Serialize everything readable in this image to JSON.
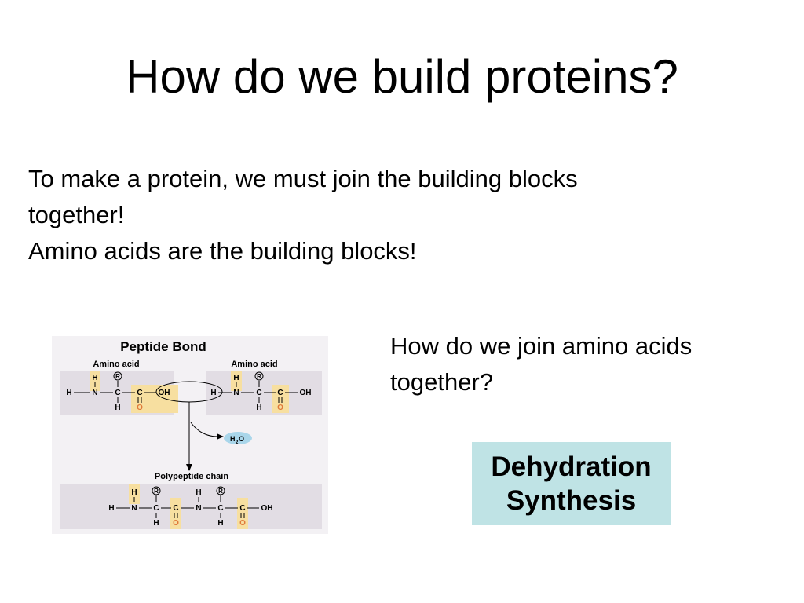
{
  "slide": {
    "title": "How do we build proteins?",
    "intro_lines": [
      "To make a protein, we must join the building blocks",
      "together!",
      "Amino acids are the building blocks!"
    ],
    "question_lines": [
      "How do we join amino acids",
      "together?"
    ],
    "answer_lines": [
      "Dehydration",
      "Synthesis"
    ],
    "answer_box_color": "#bfe3e5"
  },
  "figure": {
    "title": "Peptide Bond",
    "amino_acid_label_1": "Amino acid",
    "amino_acid_label_2": "Amino acid",
    "water_label": "H",
    "water_sub": "2",
    "water_o": "O",
    "chain_label": "Polypeptide chain",
    "atoms": {
      "H": "H",
      "N": "N",
      "C": "C",
      "O": "O",
      "OH": "OH",
      "R": "R"
    },
    "colors": {
      "panel": "#e2dde4",
      "highlight": "#f7dfa0",
      "oxygen": "#e07a3a",
      "water": "#a9d6ea"
    }
  }
}
